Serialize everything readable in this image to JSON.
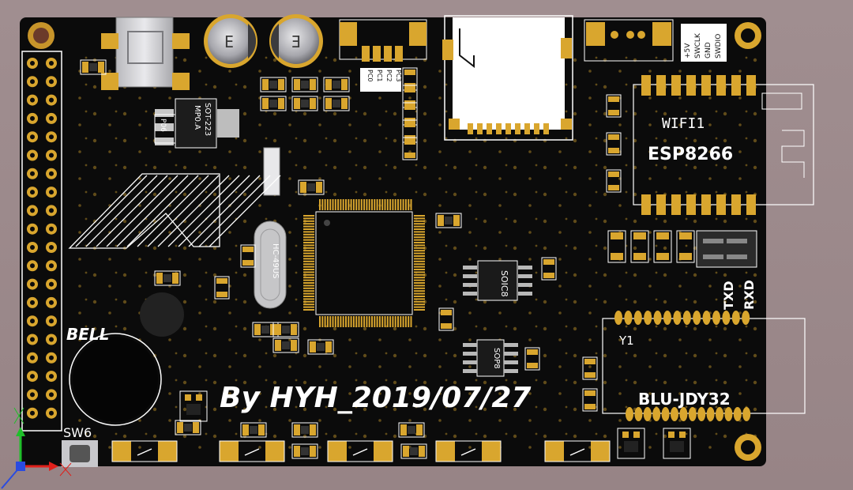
{
  "board": {
    "signature": "By HYH_2019/07/27",
    "module_wifi": {
      "ref": "WIFI1",
      "part": "ESP8266"
    },
    "module_bt": {
      "ref": "Y1",
      "part": "BLU-JDY32"
    },
    "uart_labels": {
      "tx": "TXD",
      "rx": "RXD"
    },
    "switch_label": "SW6",
    "buzzer_label": "BELL",
    "ic_soic": "SOIC8",
    "ic_sop": "SOP8",
    "ic_sot": "SOT-223",
    "ic_sot_part": "MP0.A",
    "crystal_label": "HC-49US",
    "port_labels": [
      "PC0",
      "PC1",
      "PC2",
      "PC3"
    ],
    "swd_labels": [
      "+5V",
      "SWCLK",
      "GND",
      "SWDIO"
    ],
    "cap_marks": [
      "E",
      "E"
    ],
    "small_chip_mark": "P06"
  },
  "colors": {
    "board": "#0b0b0b",
    "pad": "#d9a62e",
    "silk": "#ffffff",
    "background": "#9b8a8c"
  },
  "axis_triad": {
    "x_color": "#e0201b",
    "y_color": "#1fbf2a",
    "z_color": "#2a4be0"
  }
}
